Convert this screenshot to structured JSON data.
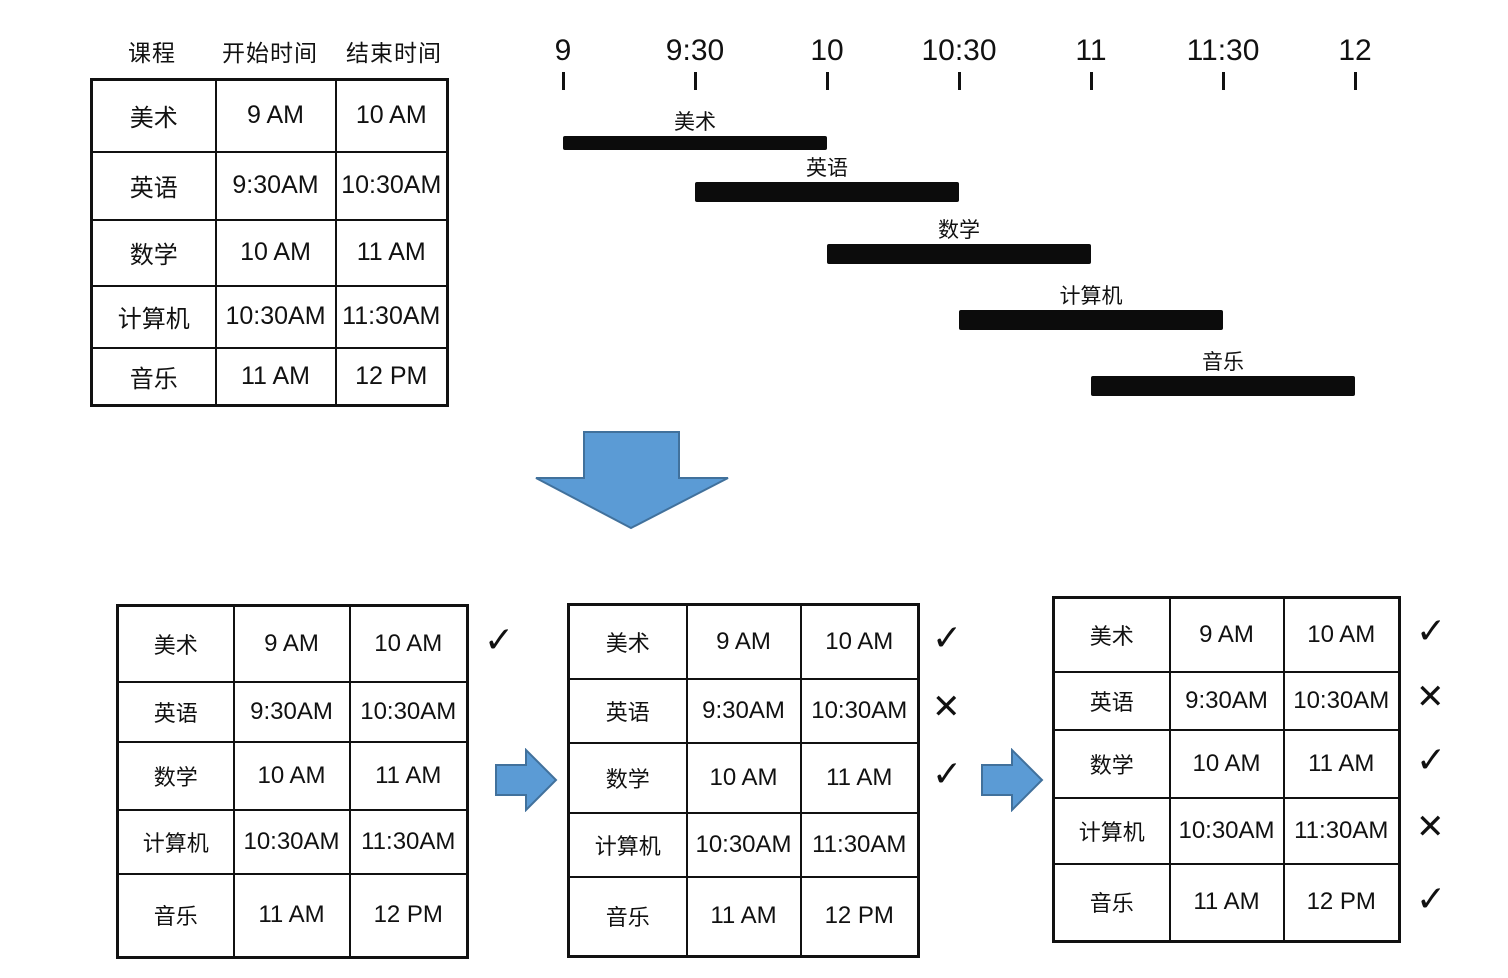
{
  "schedule_header": {
    "course": "课程",
    "start": "开始时间",
    "end": "结束时间"
  },
  "schedule_rows": [
    {
      "course": "美术",
      "start": "9 AM",
      "end": "10 AM"
    },
    {
      "course": "英语",
      "start": "9:30AM",
      "end": "10:30AM"
    },
    {
      "course": "数学",
      "start": "10 AM",
      "end": "11 AM"
    },
    {
      "course": "计算机",
      "start": "10:30AM",
      "end": "11:30AM"
    },
    {
      "course": "音乐",
      "start": "11 AM",
      "end": "12 PM"
    }
  ],
  "timeline": {
    "ticks": [
      "9",
      "9:30",
      "10",
      "10:30",
      "11",
      "11:30",
      "12"
    ],
    "bars": [
      {
        "label": "美术",
        "start": 9.0,
        "end": 10.0
      },
      {
        "label": "英语",
        "start": 9.5,
        "end": 10.5
      },
      {
        "label": "数学",
        "start": 10.0,
        "end": 11.0
      },
      {
        "label": "计算机",
        "start": 10.5,
        "end": 11.5
      },
      {
        "label": "音乐",
        "start": 11.0,
        "end": 12.0
      }
    ]
  },
  "steps": [
    {
      "marks": [
        "✓",
        "",
        "",
        "",
        ""
      ]
    },
    {
      "marks": [
        "✓",
        "✕",
        "✓",
        "",
        ""
      ]
    },
    {
      "marks": [
        "✓",
        "✕",
        "✓",
        "✕",
        "✓"
      ]
    }
  ],
  "colors": {
    "arrow": "#5b9bd5",
    "arrow_stroke": "#41719c",
    "ink": "#111111"
  }
}
